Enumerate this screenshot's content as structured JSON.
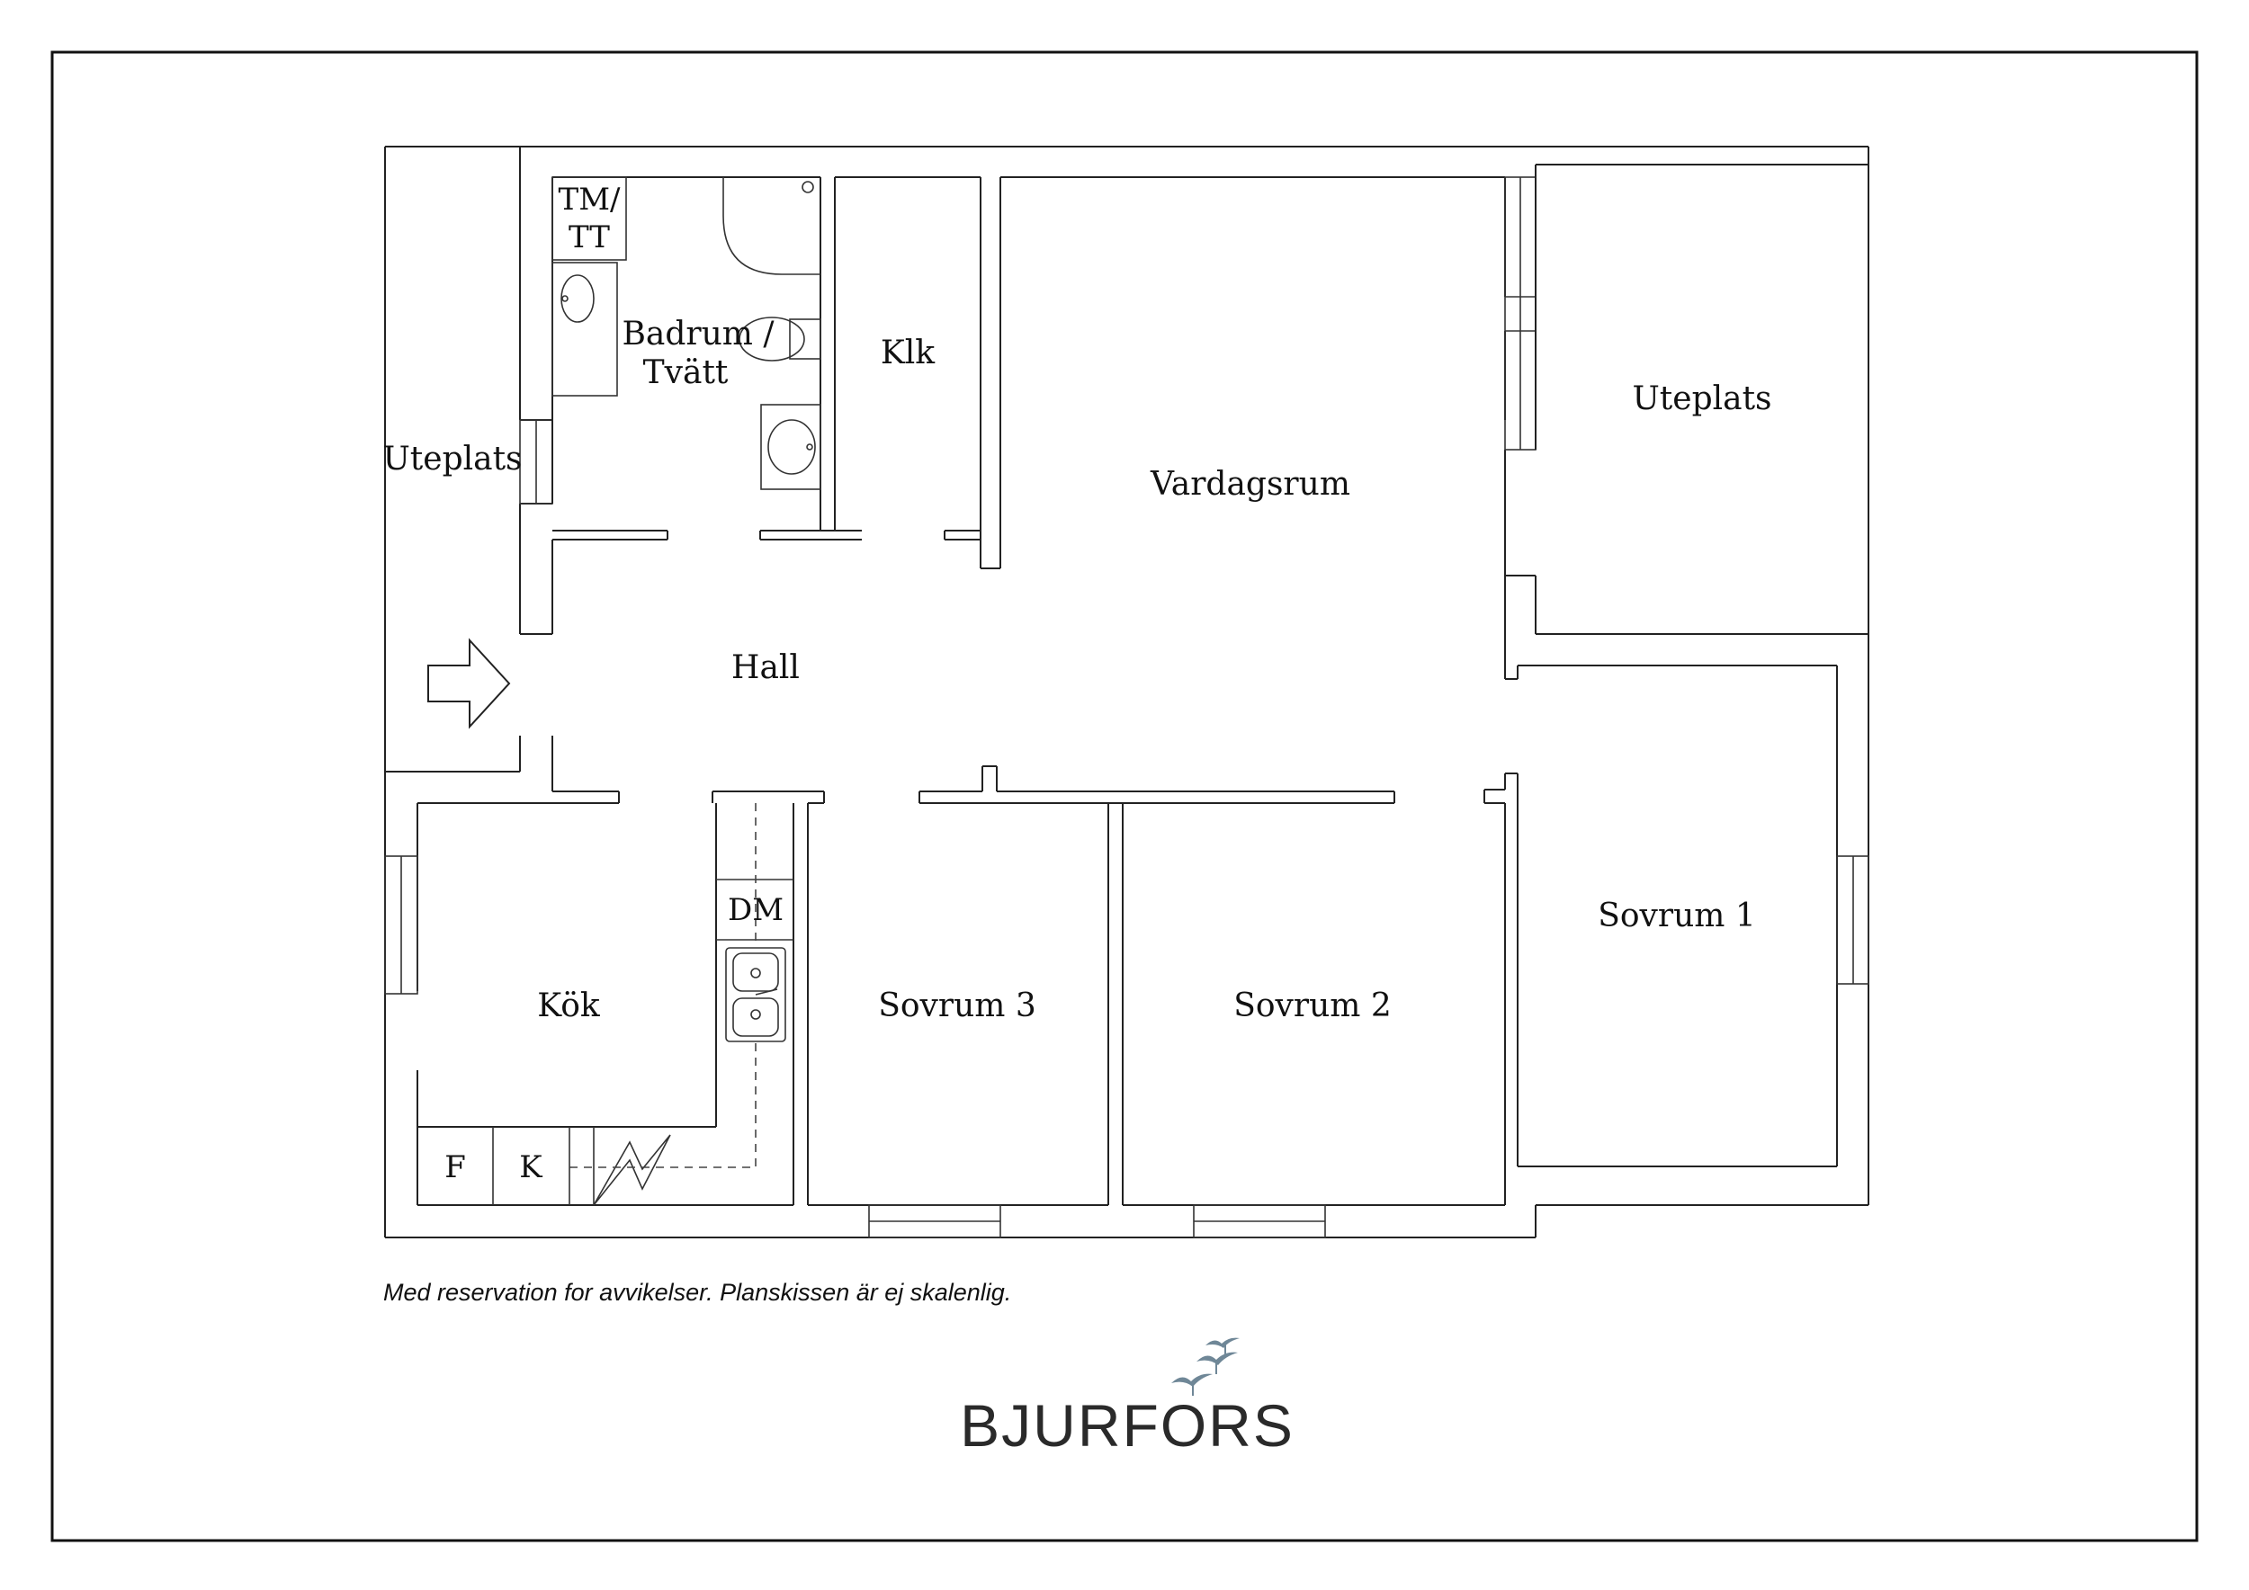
{
  "rooms": {
    "uteplats_left": "Uteplats",
    "uteplats_right": "Uteplats",
    "badrum_line1": "Badrum /",
    "badrum_line2": "Tvätt",
    "klk": "Klk",
    "vardagsrum": "Vardagsrum",
    "hall": "Hall",
    "kok": "Kök",
    "sovrum1": "Sovrum 1",
    "sovrum2": "Sovrum 2",
    "sovrum3": "Sovrum 3"
  },
  "fixtures": {
    "tm_line1": "TM/",
    "tm_line2": "TT",
    "dm": "DM",
    "fridge": "F",
    "freezer": "K"
  },
  "footer": {
    "disclaimer": "Med reservation for avvikelser. Planskissen är ej skalenlig.",
    "brand": "BJURFORS"
  },
  "colors": {
    "walls": "#222222",
    "brand_birds": "#6f8797"
  }
}
